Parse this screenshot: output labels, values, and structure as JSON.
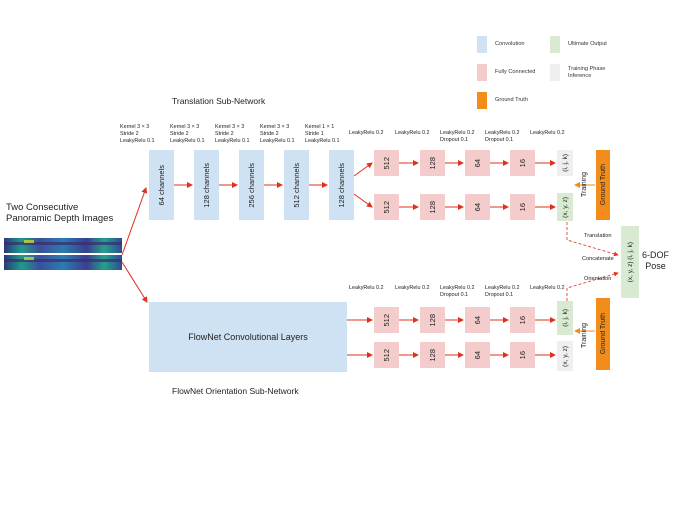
{
  "legend": {
    "convolution": "Convolution",
    "ultimate_output": "Ultimate Output",
    "fully_connected": "Fully Connected",
    "training_phase": "Training Phase\nInference",
    "ground_truth": "Ground Truth"
  },
  "colors": {
    "convolution": "#cfe2f3",
    "fully_connected": "#f4cccc",
    "ultimate_output": "#d9ead3",
    "training_phase": "#efefef",
    "ground_truth": "#f28c1a",
    "arrow": "#e0301e"
  },
  "input": {
    "title": "Two Consecutive\nPanoramic Depth Images"
  },
  "translation": {
    "title": "Translation Sub-Network",
    "conv_params": [
      "Kernel 3 × 3\nStride 2\nLeakyRelu 0.1",
      "Kernel 3 × 3\nStride 2\nLeakyRelu 0.1",
      "Kernel 3 × 3\nStride 2\nLeakyRelu 0.1",
      "Kernel 3 × 3\nStride 2\nLeakyRelu 0.1",
      "Kernel 1 × 1\nStride 1\nLeakyRelu 0.1"
    ],
    "conv_layers": [
      "64 channels",
      "128 channels",
      "256 channels",
      "512 channels",
      "128 channels"
    ],
    "fc_params": [
      "LeakyRelu 0.2",
      "LeakyRelu 0.2",
      "LeakyRelu 0.2\nDropout 0.1",
      "LeakyRelu 0.2\nDropout 0.1",
      "LeakyRelu 0.2"
    ],
    "fc_top": [
      "512",
      "128",
      "64",
      "16"
    ],
    "fc_bottom": [
      "512",
      "128",
      "64",
      "16"
    ],
    "output_top": "(i, j, k)",
    "output_bottom": "(x, y, z)",
    "training": "Training",
    "ground_truth": "Ground Truth"
  },
  "orientation": {
    "title": "FlowNet Orientation Sub-Network",
    "flownet": "FlowNet Convolutional Layers",
    "fc_params": [
      "LeakyRelu 0.2",
      "LeakyRelu 0.2",
      "LeakyRelu 0.2\nDropout 0.1",
      "LeakyRelu 0.2\nDropout 0.1",
      "LeakyRelu 0.2"
    ],
    "fc_top": [
      "512",
      "128",
      "64",
      "16"
    ],
    "fc_bottom": [
      "512",
      "128",
      "64",
      "16"
    ],
    "output_top": "(i, j, k)",
    "output_bottom": "(x, y, z)",
    "training": "Training",
    "ground_truth": "Ground Truth"
  },
  "fusion": {
    "translation_label": "Translation",
    "orientation_label": "Orientation",
    "concatenate_label": "Concatenate",
    "output": "(x, y, z)\n(i, j, k)",
    "pose_label": "6-DOF\nPose"
  }
}
